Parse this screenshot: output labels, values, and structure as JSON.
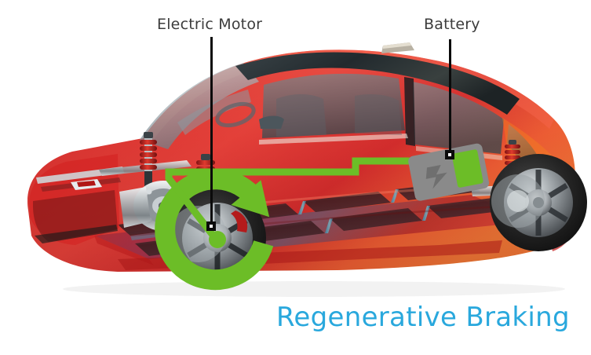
{
  "illustration": {
    "subject": "electric-vehicle-cutaway",
    "title": "Regenerative Braking",
    "title_color": "#29a8dd",
    "background_color": "#ffffff",
    "accent_green": "#6cbd27",
    "body_red": "#d81f1f",
    "label_color": "#3c3c3c"
  },
  "callouts": [
    {
      "id": "electric-motor",
      "label": "Electric Motor"
    },
    {
      "id": "battery",
      "label": "Battery"
    }
  ],
  "components": {
    "battery_icon": {
      "name": "battery",
      "shell_color": "#8a8a8a",
      "charge_color": "#6cbd27",
      "bolt_color": "#6f6f6f"
    },
    "energy_flow": {
      "name": "regenerative-energy-path",
      "color": "#6cbd27",
      "from": "front-wheel-hub",
      "to": "battery"
    },
    "rotation_arrow": {
      "name": "wheel-rotation-arrow",
      "color": "#6cbd27",
      "direction": "counter-clockwise"
    }
  }
}
